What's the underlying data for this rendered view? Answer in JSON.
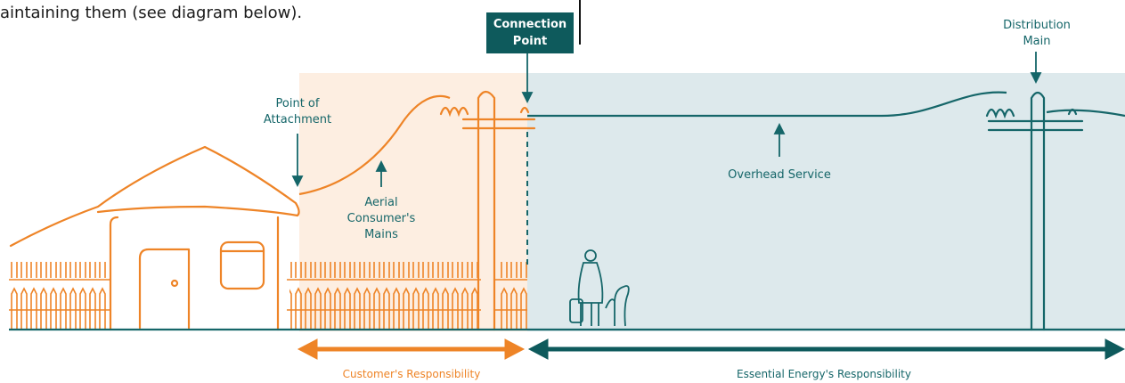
{
  "intro_text": "aintaining them (see diagram below).",
  "labels": {
    "connection_point": "Connection\nPoint",
    "distribution_main": "Distribution\nMain",
    "point_of_attachment": "Point of\nAttachment",
    "aerial_mains": "Aerial\nConsumer's\nMains",
    "overhead_service": "Overhead Service",
    "customer_responsibility": "Customer's Responsibility",
    "energy_responsibility": "Essential Energy's Responsibility"
  },
  "colors": {
    "orange": "#ee8427",
    "teal": "#156669",
    "dark_teal_box": "#0e5a5c",
    "customer_zone_bg": "#fdeee1",
    "energy_zone_bg": "#dde9ec"
  },
  "icons": [
    "house-icon",
    "fence-icon",
    "power-pole-icon",
    "person-icon",
    "dog-icon",
    "arrow-icon"
  ]
}
